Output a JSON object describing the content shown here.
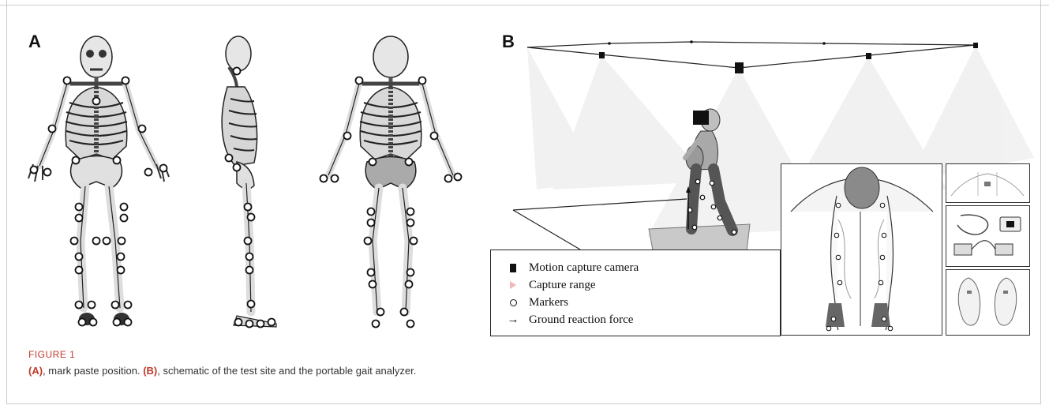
{
  "panels": {
    "a_label": "A",
    "b_label": "B"
  },
  "legend": {
    "camera": "Motion capture camera",
    "range": "Capture range",
    "markers": "Markers",
    "force": "Ground reaction force",
    "force_glyph": "→"
  },
  "caption": {
    "title": "FIGURE 1",
    "a_ref": "(A)",
    "a_text": ", mark paste position. ",
    "b_ref": "(B)",
    "b_text": ", schematic of the test site and the portable gait analyzer."
  },
  "colors": {
    "caption_accent": "#c0392b",
    "capture_range": "#f3b7b7",
    "bone": "#e4e4e4",
    "bone_outline": "#333333"
  },
  "icons": [
    "skeleton-front",
    "skeleton-side",
    "skeleton-back",
    "motion-capture-camera",
    "walking-subject",
    "portable-gait-analyzer"
  ]
}
